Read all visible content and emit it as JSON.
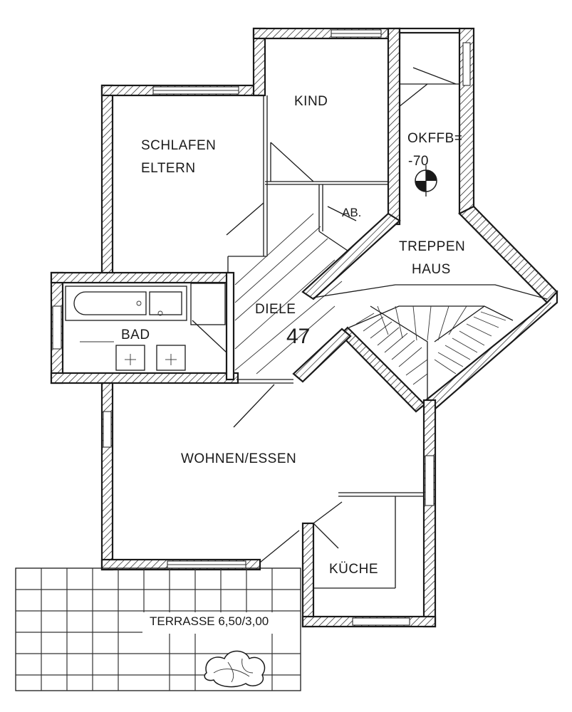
{
  "plan": {
    "rooms": {
      "schlafen_line1": "SCHLAFEN",
      "schlafen_line2": "ELTERN",
      "kind": "KIND",
      "okffb_line1": "OKFFB=",
      "okffb_line2": "-70",
      "abstell": "AB.",
      "treppen_line1": "TREPPEN",
      "treppen_line2": "HAUS",
      "diele": "DIELE",
      "diele_number": "47",
      "bad": "BAD",
      "wohnen": "WOHNEN/ESSEN",
      "kueche": "KÜCHE",
      "terrasse": "TERRASSE 6,50/3,00"
    }
  }
}
